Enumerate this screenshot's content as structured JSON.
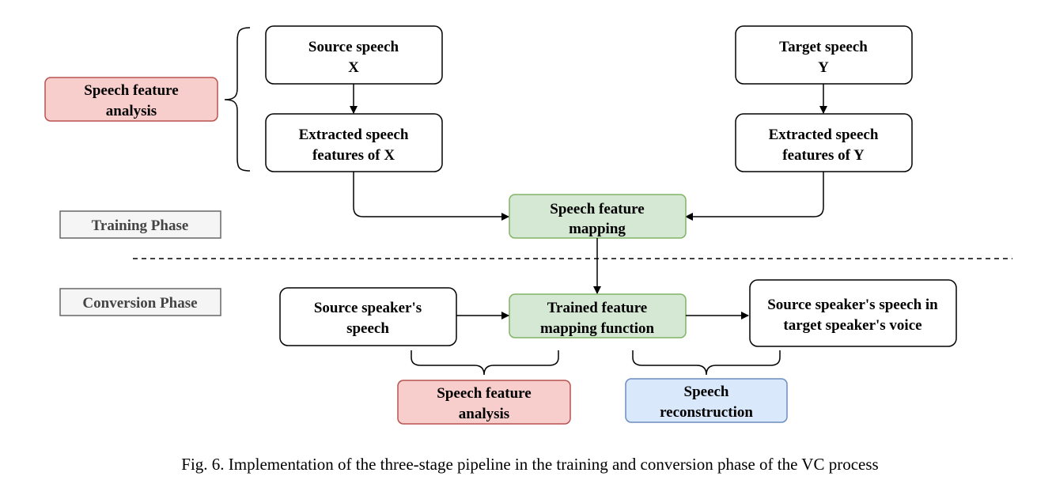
{
  "nodes": {
    "source_speech": {
      "line1": "Source speech",
      "line2": "X"
    },
    "target_speech": {
      "line1": "Target speech",
      "line2": "Y"
    },
    "extracted_x": {
      "line1": "Extracted speech",
      "line2": "features of X"
    },
    "extracted_y": {
      "line1": "Extracted speech",
      "line2": "features of Y"
    },
    "feature_mapping": {
      "line1": "Speech feature",
      "line2": "mapping"
    },
    "trained_mapping": {
      "line1": "Trained feature",
      "line2": "mapping function"
    },
    "source_speaker_speech": {
      "line1": "Source speaker's",
      "line2": "speech"
    },
    "output_speech": {
      "line1": "Source speaker's speech in",
      "line2": "target speaker's voice"
    }
  },
  "stage_labels": {
    "analysis_top": {
      "line1": "Speech feature",
      "line2": "analysis"
    },
    "analysis_bottom": {
      "line1": "Speech feature",
      "line2": "analysis"
    },
    "reconstruction": {
      "line1": "Speech",
      "line2": "reconstruction"
    }
  },
  "phases": {
    "training": "Training Phase",
    "conversion": "Conversion Phase"
  },
  "caption": "Fig. 6.  Implementation of the three-stage pipeline in the training and conversion phase of the VC process",
  "colors": {
    "analysis_fill": "#f8cecc",
    "analysis_stroke": "#b85450",
    "mapping_fill": "#d5e8d4",
    "mapping_stroke": "#82b366",
    "reconstruction_fill": "#dae8fc",
    "reconstruction_stroke": "#6c8ebf",
    "phase_fill": "#f5f5f5",
    "phase_stroke": "#666666"
  }
}
